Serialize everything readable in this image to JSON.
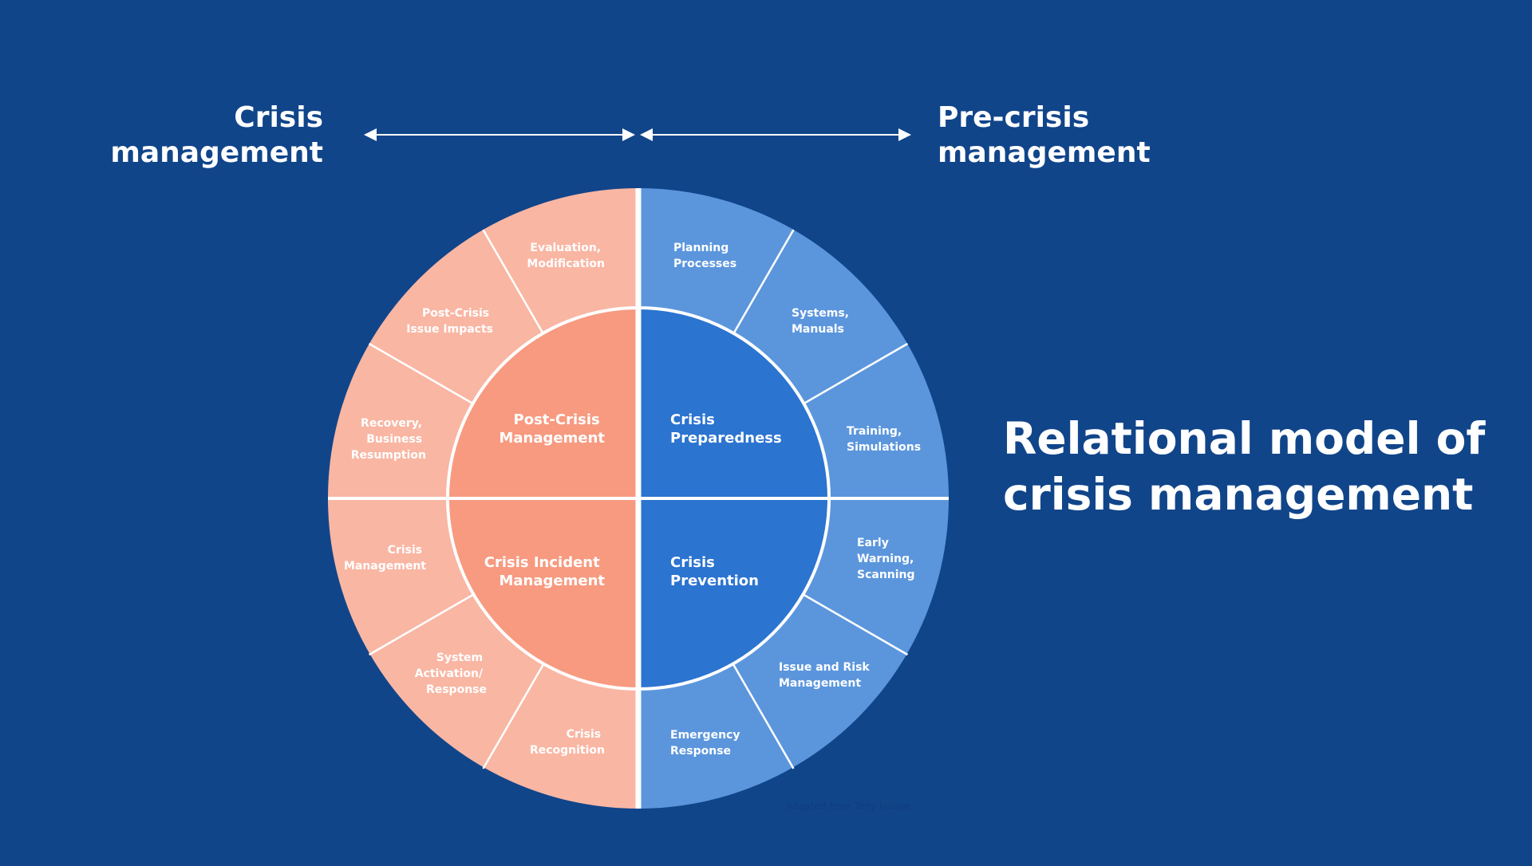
{
  "headings": {
    "crisis_management": [
      "Crisis",
      "management"
    ],
    "pre_crisis_management": [
      "Pre-crisis",
      "management"
    ]
  },
  "title": [
    "Relational model of",
    "crisis management"
  ],
  "colors": {
    "background": "#11458a",
    "crisis_inner": "#f79a80",
    "crisis_outer": "#f9b6a3",
    "precrisis_inner": "#2b74d0",
    "precrisis_outer": "#5b96dd",
    "divider": "#ffffff"
  },
  "wheel": {
    "quadrants": {
      "post_crisis_management": [
        "Post-Crisis",
        "Management"
      ],
      "crisis_preparedness": [
        "Crisis",
        "Preparedness"
      ],
      "crisis_incident_management": [
        "Crisis Incident",
        "Management"
      ],
      "crisis_prevention": [
        "Crisis",
        "Prevention"
      ]
    },
    "segments": {
      "evaluation_modification": [
        "Evaluation,",
        "Modification"
      ],
      "post_crisis_issue_impacts": [
        "Post-Crisis",
        "Issue Impacts"
      ],
      "recovery_business_resumption": [
        "Recovery,",
        "Business",
        "Resumption"
      ],
      "crisis_management": [
        "Crisis",
        "Management"
      ],
      "system_activation_response": [
        "System",
        "Activation/",
        "Response"
      ],
      "crisis_recognition": [
        "Crisis",
        "Recognition"
      ],
      "planning_processes": [
        "Planning",
        "Processes"
      ],
      "systems_manuals": [
        "Systems,",
        "Manuals"
      ],
      "training_simulations": [
        "Training,",
        "Simulations"
      ],
      "early_warning_scanning": [
        "Early",
        "Warning,",
        "Scanning"
      ],
      "issue_and_risk_management": [
        "Issue and Risk",
        "Management"
      ],
      "emergency_response": [
        "Emergency",
        "Response"
      ]
    }
  },
  "credit": "Adapted from Tony Jacque"
}
